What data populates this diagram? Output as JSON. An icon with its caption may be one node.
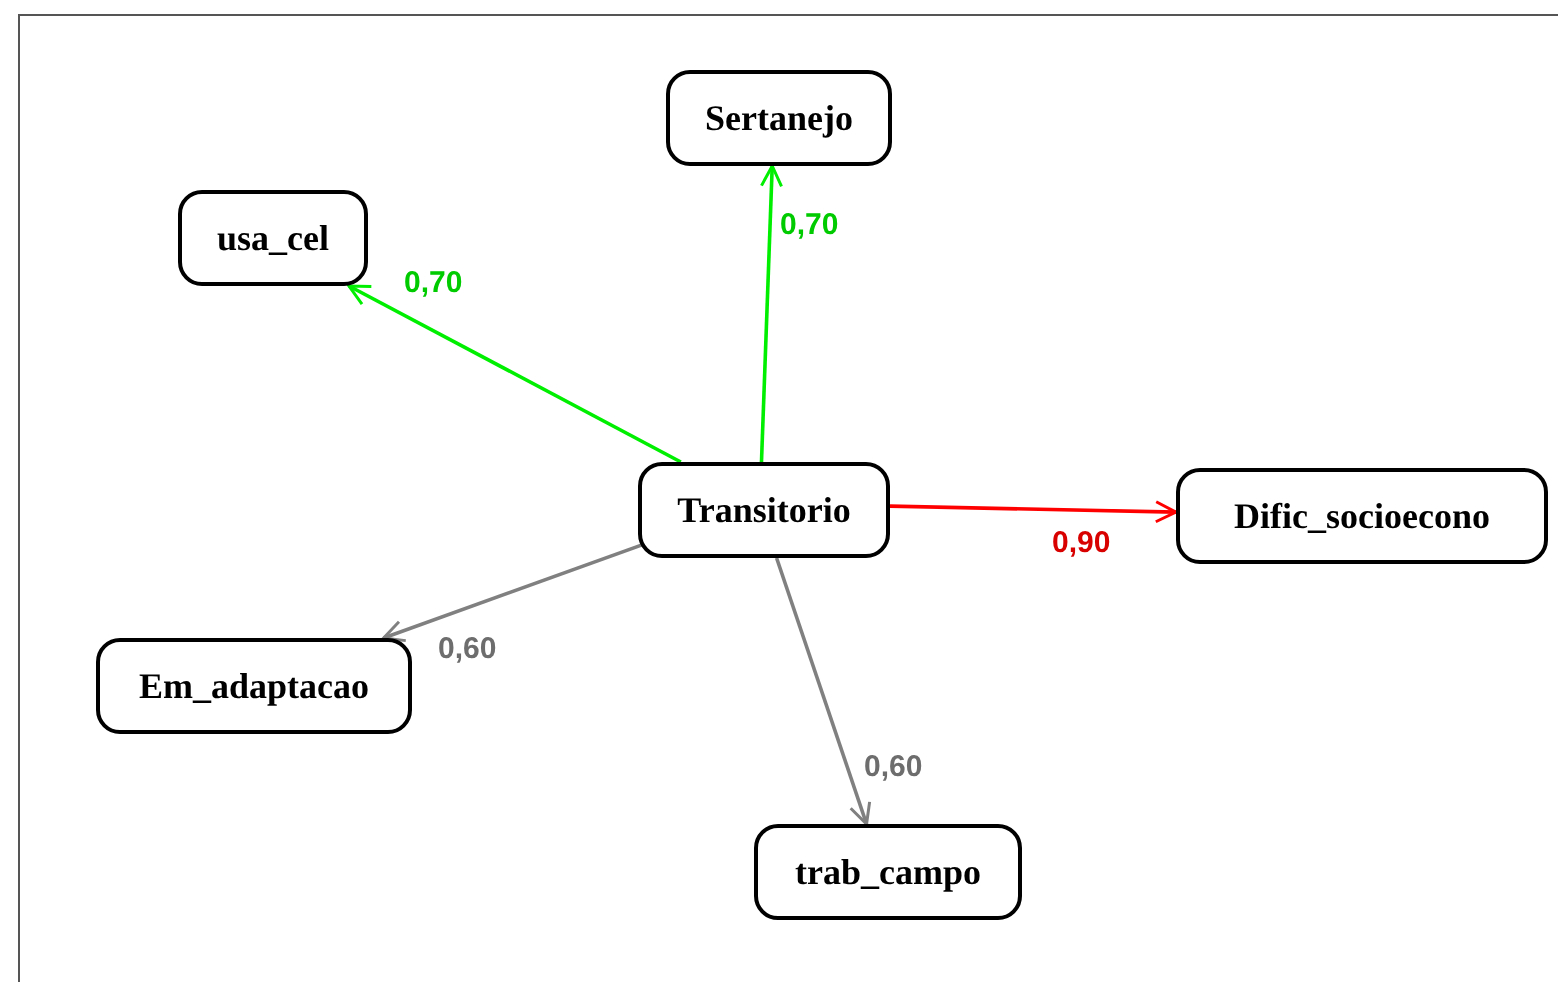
{
  "diagram": {
    "nodes": [
      {
        "text": [
          "Sertanejo"
        ]
      },
      {
        "text": [
          "usa_cel"
        ]
      },
      {
        "text": [
          "Transitorio"
        ]
      },
      {
        "text": [
          "Dific_socioecono"
        ]
      },
      {
        "text": [
          "Em_adaptacao"
        ]
      },
      {
        "text": [
          "trab_campo"
        ]
      }
    ],
    "edges": [
      {
        "from": 2,
        "to": 1,
        "arrow": "to",
        "label": "0,70",
        "color": "#00ee00"
      },
      {
        "from": 2,
        "to": 0,
        "arrow": "to",
        "label": "0,70",
        "color": "#00ee00"
      },
      {
        "from": 2,
        "to": 3,
        "arrow": "to",
        "label": "0,90",
        "color": "#ff0000"
      },
      {
        "from": 2,
        "to": 4,
        "arrow": "to",
        "label": "0,60",
        "color": "#808080"
      },
      {
        "from": 2,
        "to": 5,
        "arrow": "to",
        "label": "0,60",
        "color": "#808080"
      }
    ]
  }
}
